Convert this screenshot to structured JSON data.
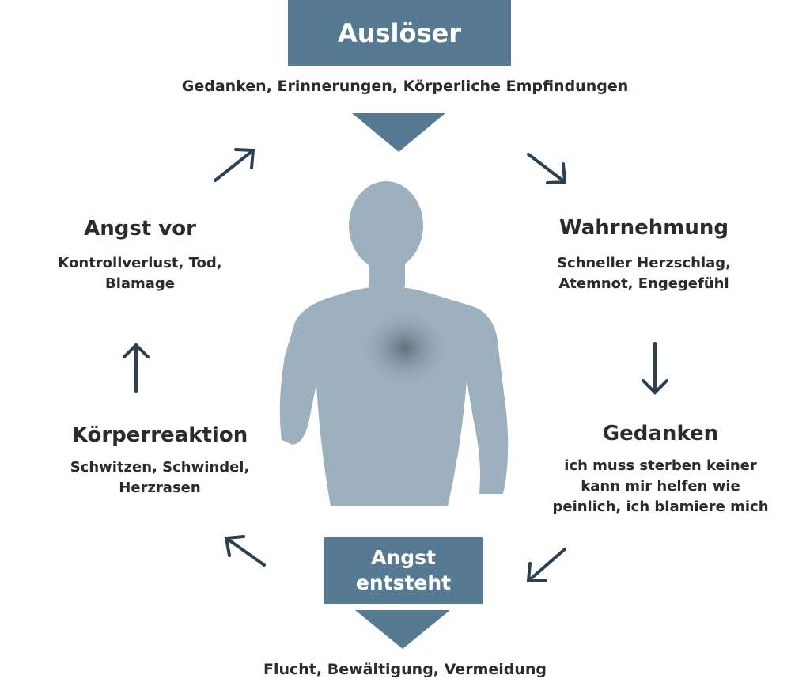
{
  "trigger": {
    "title": "Auslöser",
    "caption": "Gedanken, Erinnerungen, Körperliche Empfindungen"
  },
  "nodes": {
    "wahrnehmung": {
      "title": "Wahrnehmung",
      "lines": [
        "Schneller Herzschlag,",
        "Atemnot, Engegefühl"
      ]
    },
    "gedanken": {
      "title": "Gedanken",
      "lines": [
        "ich muss sterben keiner",
        "kann mir helfen wie",
        "peinlich, ich blamiere mich"
      ]
    },
    "koerperreaktion": {
      "title": "Körperreaktion",
      "lines": [
        "Schwitzen, Schwindel,",
        "Herzrasen"
      ]
    },
    "angst_vor": {
      "title": "Angst vor",
      "lines": [
        "Kontrollverlust, Tod,",
        "Blamage"
      ]
    }
  },
  "angst": {
    "lines": [
      "Angst",
      "entsteht"
    ],
    "caption": "Flucht, Bewältigung, Vermeidung"
  },
  "colors": {
    "box": "#567a91",
    "arrow": "#2d4050",
    "figure": "#9db0bd",
    "text": "#2b2b2b"
  }
}
